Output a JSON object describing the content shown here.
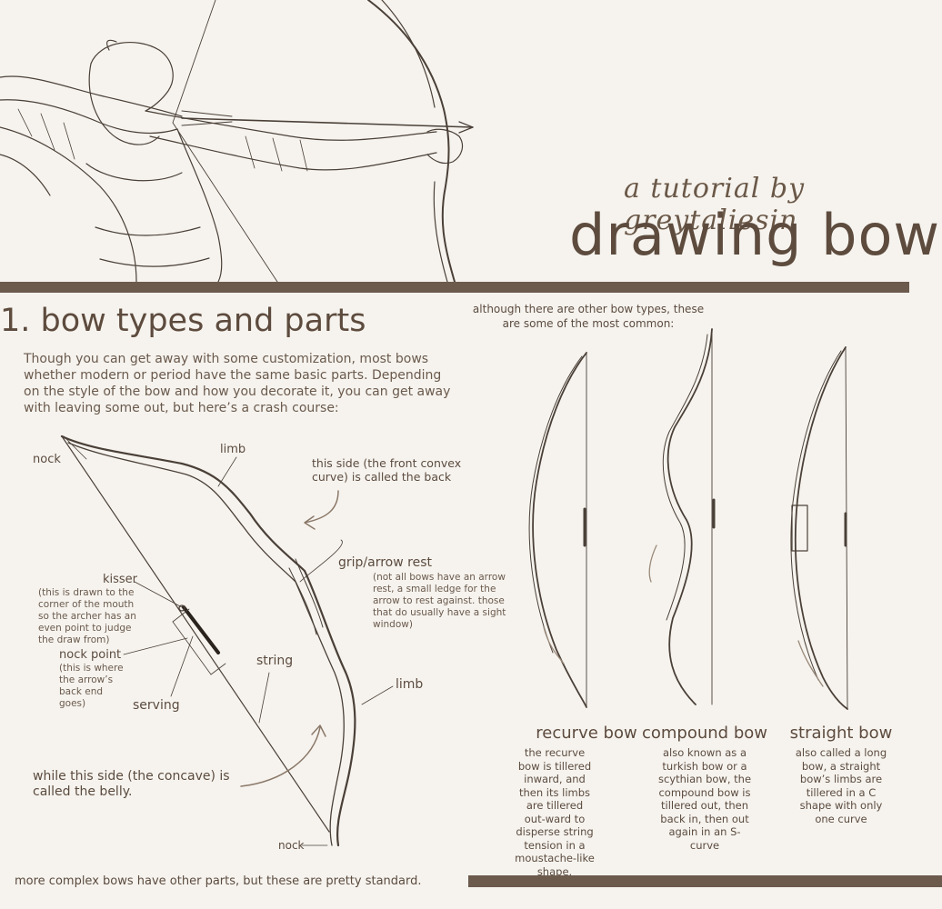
{
  "header": {
    "byline": "a tutorial by greytaliesin",
    "title": "drawing bows"
  },
  "section": {
    "title": "1. bow types and parts",
    "intro": "Though you can get away with some customization, most bows whether modern or period have the same basic parts. Depending on the style of the bow and how you decorate it, you can get away with leaving some out, but here’s a crash course:",
    "types_intro": "although there are other bow types, these are some of the most common:"
  },
  "anatomy": {
    "nock_top": "nock",
    "limb_top": "limb",
    "back_note": "this side (the front convex curve) is called the back",
    "grip": "grip/arrow rest",
    "grip_note": "(not all bows  have an arrow rest, a small ledge for the arrow to rest against. those that do usually have a sight window)",
    "kisser": "kisser",
    "kisser_note": "(this is drawn to the corner of the mouth so the archer has an even point to judge the draw from)",
    "nock_point": "nock point",
    "nock_point_note": "(this is where the arrow’s back end goes)",
    "serving": "serving",
    "string": "string",
    "limb_bottom": "limb",
    "belly_note": "while this side (the concave) is called the belly.",
    "nock_bottom": "nock"
  },
  "bow_types": [
    {
      "name": "recurve bow",
      "description": "the recurve bow is tillered inward, and then its limbs are tillered out-ward to disperse string tension in a moustache-like shape."
    },
    {
      "name": "compound bow",
      "description": "also known as a turkish bow or a scythian bow, the compound bow is tillered out, then back in, then out again in an S-curve"
    },
    {
      "name": "straight bow",
      "description": "also called a long bow, a straight bow’s limbs are tillered in a C shape with only one curve"
    }
  ],
  "footer": {
    "text": "more complex bows have other parts, but these are pretty standard."
  },
  "colors": {
    "background": "#f6f3ee",
    "ink": "#5b4b3f",
    "bar": "#6c5a4d"
  }
}
